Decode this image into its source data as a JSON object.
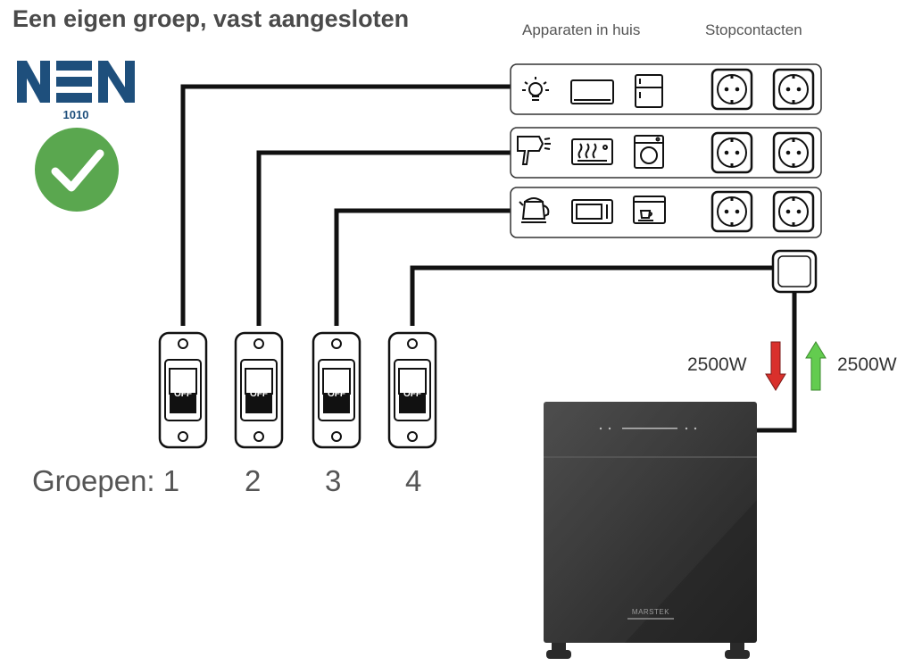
{
  "title": "Een eigen groep, vast aangesloten",
  "headers": {
    "devices": "Apparaten in huis",
    "sockets": "Stopcontacten"
  },
  "logo": {
    "text": "NEN",
    "subtext": "1010",
    "color": "#1e4f7c"
  },
  "check_color": "#5aa74f",
  "groups": {
    "prefix": "Groepen:",
    "numbers": [
      "1",
      "2",
      "3",
      "4"
    ]
  },
  "switch_label": "OFF",
  "rows": [
    {
      "devices": [
        "lamp-icon",
        "tv-icon",
        "fridge-icon"
      ]
    },
    {
      "devices": [
        "hairdryer-icon",
        "heater-icon",
        "washing-machine-icon"
      ]
    },
    {
      "devices": [
        "kettle-icon",
        "microwave-icon",
        "coffee-machine-icon"
      ]
    }
  ],
  "power": {
    "down_label": "2500W",
    "up_label": "2500W",
    "down_color": "#d9302c",
    "up_color": "#63cc4f"
  },
  "battery": {
    "brand": "MARSTEK"
  }
}
